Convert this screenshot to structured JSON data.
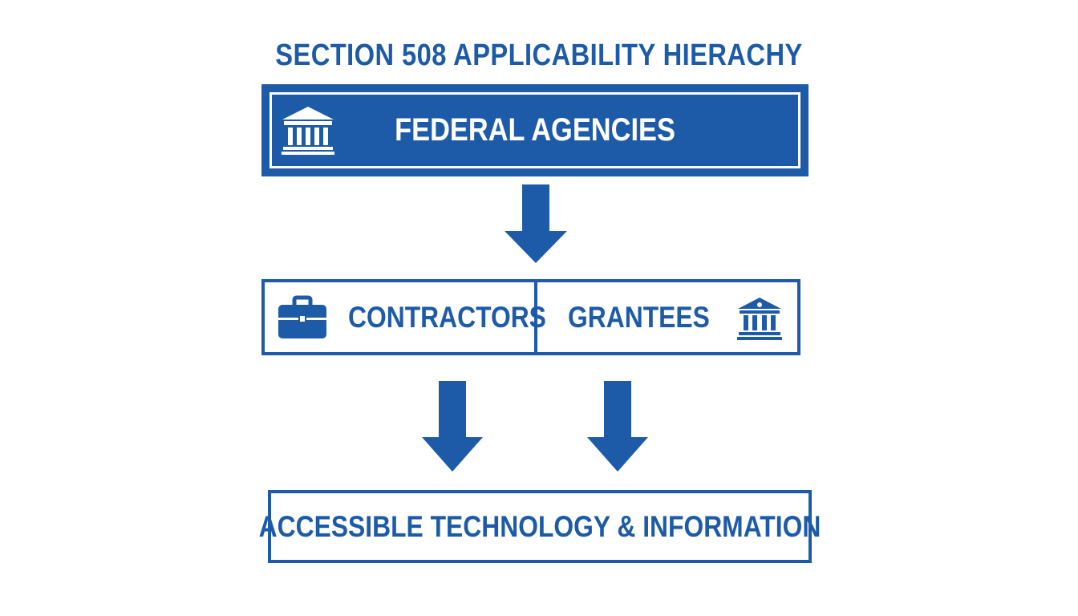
{
  "title": "SECTION 508 APPLICABILITY HIERACHY",
  "colors": {
    "primary_blue": "#1d5ba8",
    "background": "#ffffff",
    "white": "#ffffff"
  },
  "nodes": {
    "federal_agencies": {
      "label": "FEDERAL AGENCIES",
      "icon": "government-building-icon"
    },
    "contractors": {
      "label": "CONTRACTORS",
      "icon": "briefcase-icon"
    },
    "grantees": {
      "label": "GRANTEES",
      "icon": "institution-icon"
    },
    "accessible_tech": {
      "label": "ACCESSIBLE TECHNOLOGY & INFORMATION"
    }
  },
  "connectors": [
    {
      "from": "federal_agencies",
      "to": "contractors_grantees",
      "icon": "arrow-down-icon"
    },
    {
      "from": "contractors",
      "to": "accessible_tech",
      "icon": "arrow-down-icon"
    },
    {
      "from": "grantees",
      "to": "accessible_tech",
      "icon": "arrow-down-icon"
    }
  ]
}
